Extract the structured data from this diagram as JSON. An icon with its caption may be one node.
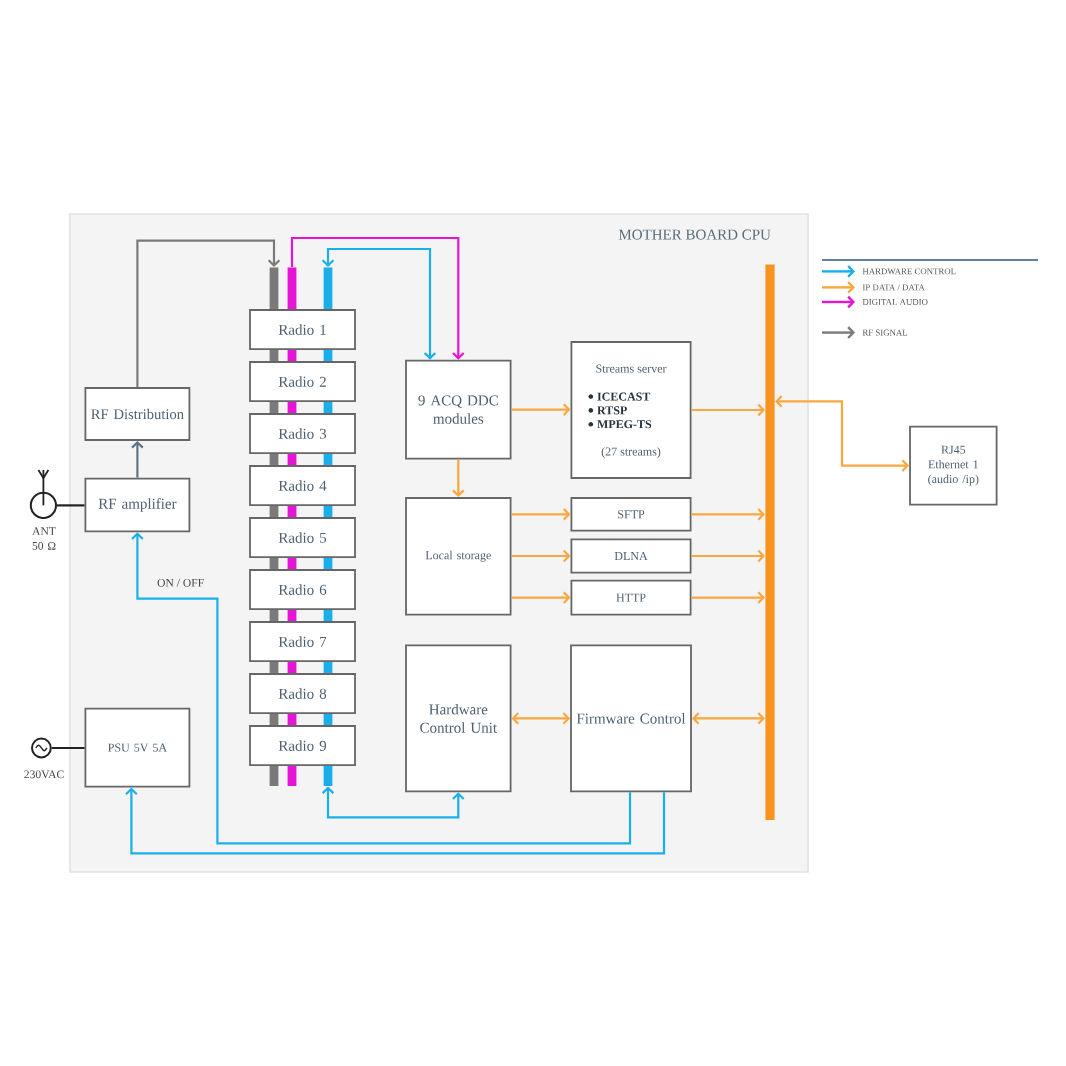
{
  "diagram": {
    "nodes": [
      {
        "text": [
          "MOTHER BOARD CPU"
        ]
      },
      {
        "text": [
          "RF Distribution"
        ],
        "in": 0
      },
      {
        "text": [],
        "shape": "antenna",
        "beside": [
          "ANT 50 Ω"
        ]
      },
      {
        "text": [
          "RF amplifier"
        ],
        "in": 0
      },
      {
        "text": [],
        "shape": "circle",
        "beside": [
          "230VAC"
        ]
      },
      {
        "text": [
          "PSU 5V 5A"
        ],
        "in": 0
      },
      {
        "text": [],
        "shape": "bar",
        "in": 0
      },
      {
        "text": [],
        "shape": "bar",
        "in": 0
      },
      {
        "text": [],
        "shape": "bar",
        "in": 0
      },
      {
        "text": [
          "Radio 1"
        ],
        "in": 0
      },
      {
        "text": [
          "Radio 2"
        ],
        "in": 0
      },
      {
        "text": [
          "Radio 3"
        ],
        "in": 0
      },
      {
        "text": [
          "Radio 4"
        ],
        "in": 0
      },
      {
        "text": [
          "Radio 5"
        ],
        "in": 0
      },
      {
        "text": [
          "Radio 6"
        ],
        "in": 0
      },
      {
        "text": [
          "Radio 7"
        ],
        "in": 0
      },
      {
        "text": [
          "Radio 8"
        ],
        "in": 0
      },
      {
        "text": [
          "Radio 9"
        ],
        "in": 0
      },
      {
        "text": [
          "9 ACQ DDC modules"
        ],
        "in": 0
      },
      {
        "text": [
          "Streams server",
          "ICECAST",
          "RTSP",
          "MPEG-TS",
          "(27 streams)"
        ],
        "in": 0
      },
      {
        "text": [
          "Local storage"
        ],
        "in": 0
      },
      {
        "text": [
          "SFTP"
        ],
        "in": 0
      },
      {
        "text": [
          "DLNA"
        ],
        "in": 0
      },
      {
        "text": [
          "HTTP"
        ],
        "in": 0
      },
      {
        "text": [
          "Hardware Control Unit"
        ],
        "in": 0
      },
      {
        "text": [
          "Firmware Control"
        ],
        "in": 0
      },
      {
        "text": [],
        "shape": "bar",
        "in": 0
      },
      {
        "text": [
          "RJ45",
          "Ethernet 1",
          "(audio /ip)"
        ]
      }
    ],
    "edges": [
      {
        "from": 1,
        "to": 6,
        "arrow": "to",
        "color": "#7a7a7a"
      },
      {
        "from": 7,
        "to": 18,
        "arrow": "to",
        "color": "#e614d6"
      },
      {
        "from": 8,
        "to": 18,
        "arrow": "both",
        "color": "#1aaeea"
      },
      {
        "from": 2,
        "to": 3,
        "arrow": "none",
        "color": "#222222"
      },
      {
        "from": 3,
        "to": 1,
        "arrow": "to",
        "color": "#5f7585"
      },
      {
        "from": 4,
        "to": 5,
        "arrow": "none",
        "color": "#222222"
      },
      {
        "from": 8,
        "to": 24,
        "arrow": "both",
        "color": "#1aaeea"
      },
      {
        "from": 18,
        "to": 19,
        "arrow": "to"
      },
      {
        "from": 18,
        "to": 20,
        "arrow": "to"
      },
      {
        "from": 20,
        "to": 21,
        "arrow": "to"
      },
      {
        "from": 20,
        "to": 22,
        "arrow": "to"
      },
      {
        "from": 20,
        "to": 23,
        "arrow": "to"
      },
      {
        "from": 19,
        "to": 26,
        "arrow": "to"
      },
      {
        "from": 21,
        "to": 26,
        "arrow": "to"
      },
      {
        "from": 22,
        "to": 26,
        "arrow": "to"
      },
      {
        "from": 23,
        "to": 26,
        "arrow": "to"
      },
      {
        "from": 24,
        "to": 25,
        "arrow": "both"
      },
      {
        "from": 25,
        "to": 26,
        "arrow": "both"
      },
      {
        "from": 26,
        "to": 27,
        "arrow": "both"
      },
      {
        "from": 25,
        "to": 3,
        "arrow": "to",
        "label": "ON / OFF",
        "color": "#1aaeea"
      },
      {
        "from": 25,
        "to": 5,
        "arrow": "to",
        "color": "#1aaeea"
      }
    ],
    "legend": [
      {
        "text": "HARDWARE CONTROL"
      },
      {
        "text": "IP DATA / DATA"
      },
      {
        "text": "DIGITAL AUDIO"
      },
      {
        "text": "RF SIGNAL"
      }
    ]
  }
}
